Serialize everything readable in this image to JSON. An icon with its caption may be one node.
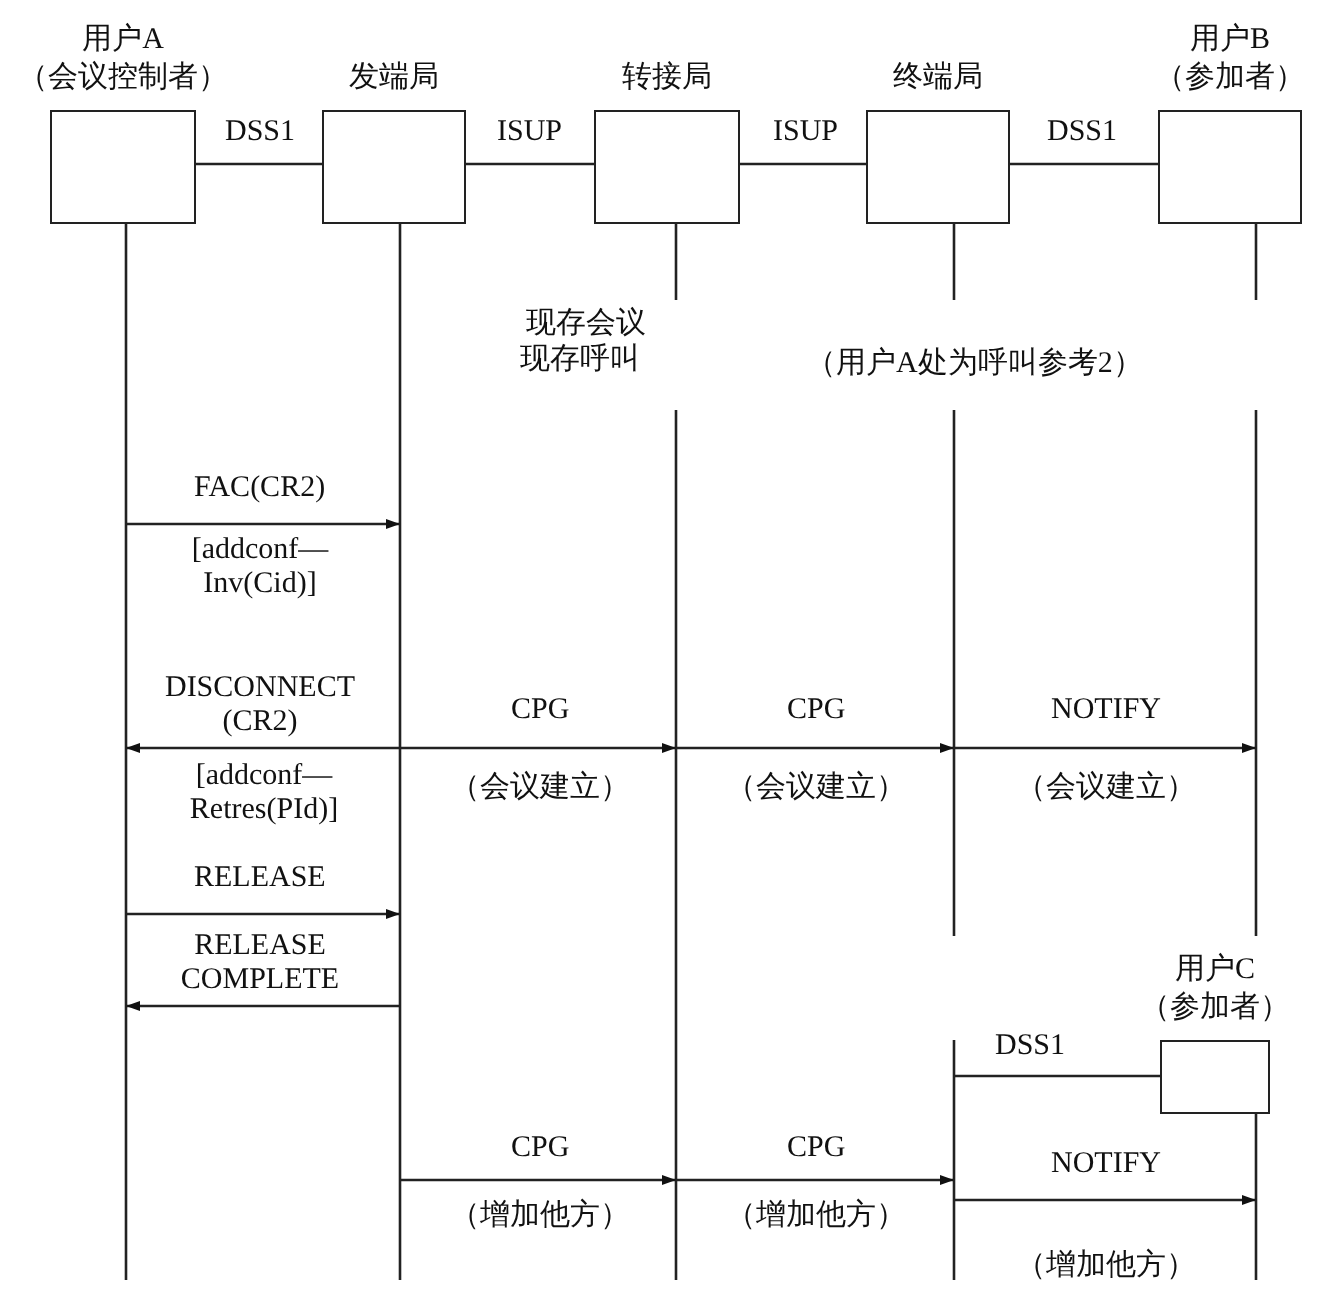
{
  "diagram": {
    "nodes": [
      {
        "text": [
          "用户A（会议控制者）"
        ]
      },
      {
        "text": [
          "发端局"
        ]
      },
      {
        "text": [
          "转接局"
        ]
      },
      {
        "text": [
          "终端局"
        ]
      },
      {
        "text": [
          "用户B（参加者）"
        ]
      },
      {
        "text": [
          "用户C（参加者）"
        ]
      }
    ],
    "edges": [
      {
        "from": 0,
        "to": 1,
        "arrow": "none",
        "label": "DSS1"
      },
      {
        "from": 1,
        "to": 2,
        "arrow": "none",
        "label": "ISUP"
      },
      {
        "from": 2,
        "to": 3,
        "arrow": "none",
        "label": "ISUP"
      },
      {
        "from": 3,
        "to": 4,
        "arrow": "none",
        "label": "DSS1"
      },
      {
        "from": 0,
        "to": 1,
        "arrow": "to",
        "label": "FAC(CR2)"
      },
      {
        "from": 1,
        "to": 0,
        "arrow": "to",
        "label": "DISCONNECT (CR2)"
      },
      {
        "from": 1,
        "to": 2,
        "arrow": "to",
        "label": "CPG"
      },
      {
        "from": 2,
        "to": 3,
        "arrow": "to",
        "label": "CPG"
      },
      {
        "from": 3,
        "to": 4,
        "arrow": "to",
        "label": "NOTIFY"
      },
      {
        "from": 0,
        "to": 1,
        "arrow": "to",
        "label": "RELEASE"
      },
      {
        "from": 1,
        "to": 0,
        "arrow": "to",
        "label": "RELEASE COMPLETE"
      },
      {
        "from": 3,
        "to": 5,
        "arrow": "none",
        "label": "DSS1"
      },
      {
        "from": 1,
        "to": 2,
        "arrow": "to",
        "label": "CPG"
      },
      {
        "from": 2,
        "to": 3,
        "arrow": "to",
        "label": "CPG"
      },
      {
        "from": 3,
        "to": 5,
        "arrow": "to",
        "label": "NOTIFY"
      }
    ],
    "labels": [
      "现存会议",
      "现存呼叫",
      "（用户A处为呼叫参考2）",
      "[addconf—Inv(Cid)]",
      "[addconf—Retres(PId)]",
      "（会议建立）",
      "（会议建立）",
      "（会议建立）",
      "（增加他方）",
      "（增加他方）",
      "（增加他方）"
    ]
  }
}
